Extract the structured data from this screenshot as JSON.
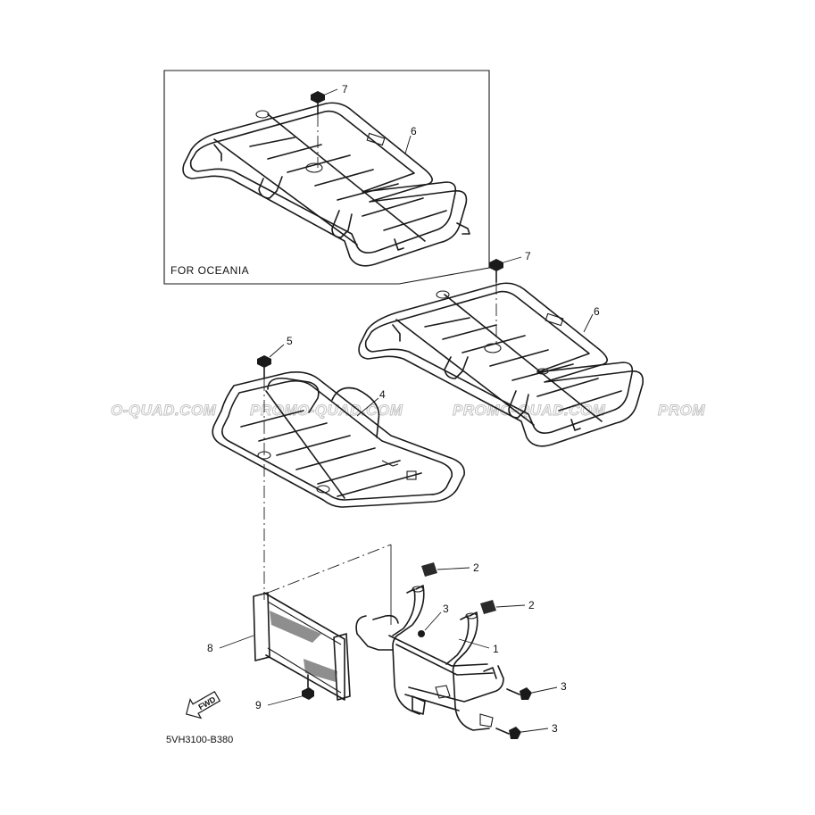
{
  "inset": {
    "label": "FOR OCEANIA"
  },
  "callouts": {
    "c1": "1",
    "c2a": "2",
    "c2b": "2",
    "c3a": "3",
    "c3b": "3",
    "c3c": "3",
    "c4": "4",
    "c5": "5",
    "c6a": "6",
    "c6b": "6",
    "c7a": "7",
    "c7b": "7",
    "c8": "8",
    "c9": "9"
  },
  "watermarks": [
    "O-QUAD.COM",
    "PROMO-QUAD.COM",
    "PROMO-QUAD.COM",
    "PROM"
  ],
  "fwd_arrow": "FWD",
  "diagram_code": "5VH3100-B380",
  "icons": {
    "fwd": "forward-arrow-icon",
    "bolt": "flange-bolt-icon"
  }
}
